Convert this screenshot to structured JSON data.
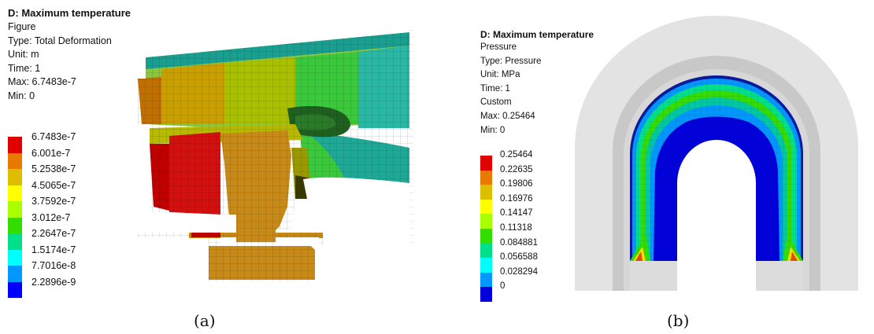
{
  "panel_a": {
    "title": "D: Maximum temperature",
    "lines": [
      "Figure",
      "Type: Total Deformation",
      "Unit: m",
      "Time: 1",
      "Max: 6.7483e-7",
      "Min: 0"
    ],
    "legend": [
      {
        "label": "6.7483e-7",
        "color": "#e00000"
      },
      {
        "label": "6.001e-7",
        "color": "#e97a00"
      },
      {
        "label": "5.2538e-7",
        "color": "#ddbe00"
      },
      {
        "label": "4.5065e-7",
        "color": "#ffff00"
      },
      {
        "label": "3.7592e-7",
        "color": "#aaff00"
      },
      {
        "label": "3.012e-7",
        "color": "#33dd00"
      },
      {
        "label": "2.2647e-7",
        "color": "#00e08a"
      },
      {
        "label": "1.5174e-7",
        "color": "#00ffff"
      },
      {
        "label": "7.7016e-8",
        "color": "#0098ff"
      },
      {
        "label": "2.2896e-9",
        "color": "#0000ff"
      }
    ],
    "caption": "(a)"
  },
  "panel_b": {
    "title": "D: Maximum temperature",
    "lines": [
      "Pressure",
      "Type: Pressure",
      "Unit: MPa",
      "Time: 1",
      "Custom",
      "Max: 0.25464",
      "Min: 0"
    ],
    "legend": [
      {
        "label": "0.25464",
        "color": "#e00000"
      },
      {
        "label": "0.22635",
        "color": "#e97a00"
      },
      {
        "label": "0.19806",
        "color": "#ddbe00"
      },
      {
        "label": "0.16976",
        "color": "#ffff00"
      },
      {
        "label": "0.14147",
        "color": "#aaff00"
      },
      {
        "label": "0.11318",
        "color": "#33dd00"
      },
      {
        "label": "0.084881",
        "color": "#00e08a"
      },
      {
        "label": "0.056588",
        "color": "#00ffff"
      },
      {
        "label": "0.028294",
        "color": "#0098ff"
      },
      {
        "label": "0",
        "color": "#0000dd"
      }
    ],
    "caption": "(b)"
  }
}
